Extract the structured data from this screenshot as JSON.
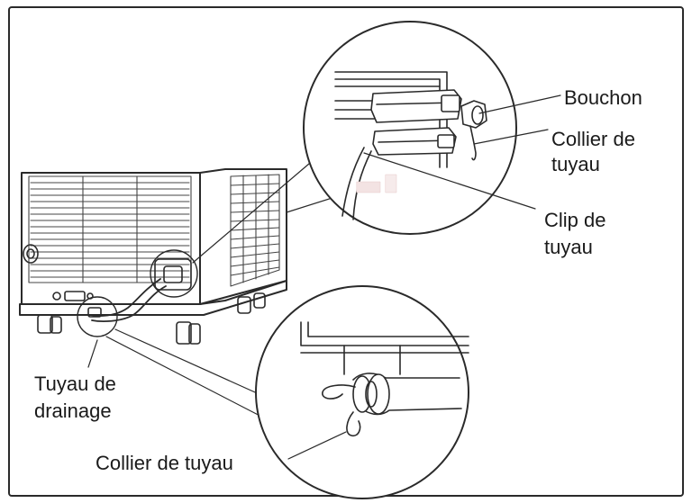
{
  "labels": {
    "bouchon": "Bouchon",
    "collier_top_1": "Collier de",
    "collier_top_2": "tuyau",
    "clip_1": "Clip de",
    "clip_2": "tuyau",
    "drainage_1": "Tuyau de",
    "drainage_2": "drainage",
    "collier_bottom": "Collier de tuyau"
  },
  "colors": {
    "stroke": "#2a2a2a",
    "fill": "#ffffff",
    "grille": "#444444"
  }
}
